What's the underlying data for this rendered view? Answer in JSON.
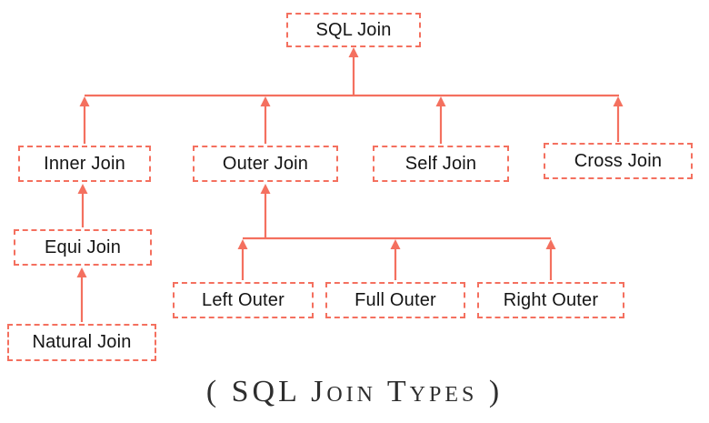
{
  "colors": {
    "accent": "#f4705f",
    "node_text": "#141414",
    "caption_text": "#2e2e2e",
    "background": "#ffffff"
  },
  "diagram": {
    "nodes": {
      "sql_join": "SQL Join",
      "inner_join": "Inner Join",
      "outer_join": "Outer Join",
      "self_join": "Self Join",
      "cross_join": "Cross Join",
      "equi_join": "Equi Join",
      "natural_join": "Natural Join",
      "left_outer": "Left Outer",
      "full_outer": "Full Outer",
      "right_outer": "Right Outer"
    },
    "hierarchy": {
      "SQL Join": [
        "Inner Join",
        "Outer Join",
        "Self Join",
        "Cross Join"
      ],
      "Inner Join": [
        "Equi Join"
      ],
      "Equi Join": [
        "Natural Join"
      ],
      "Outer Join": [
        "Left Outer",
        "Full Outer",
        "Right Outer"
      ]
    },
    "caption": "( SQL Join Types )"
  }
}
